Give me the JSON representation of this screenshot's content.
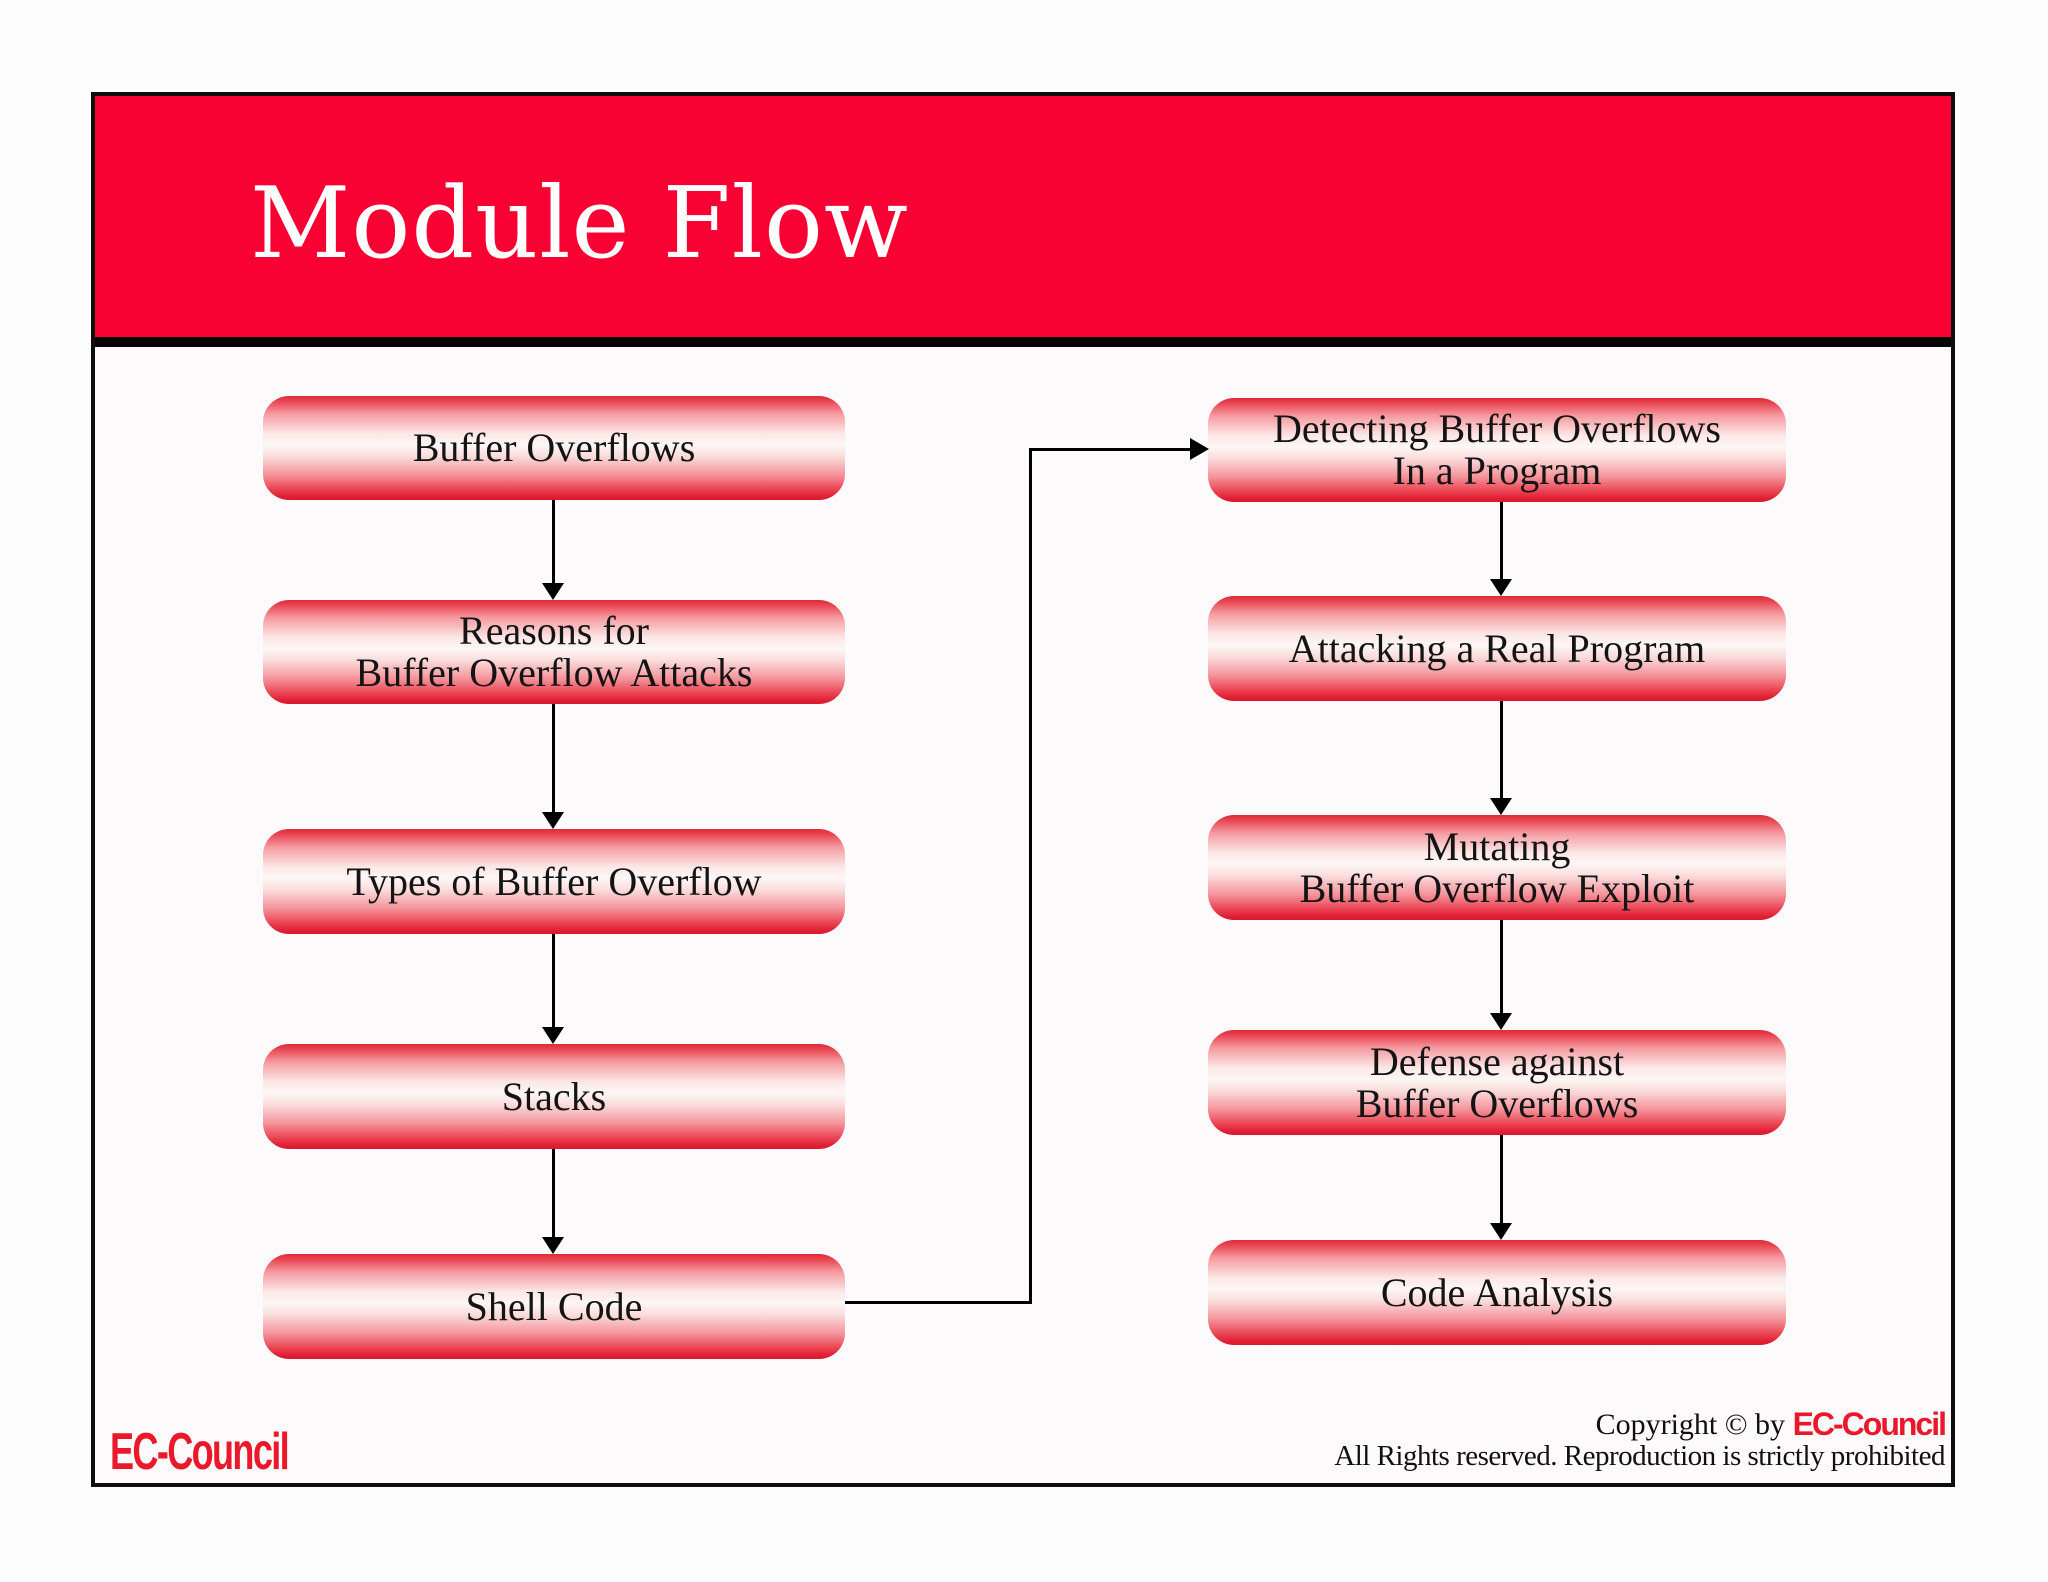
{
  "header": {
    "title": "Module Flow"
  },
  "flow": {
    "left_column": [
      {
        "label": "Buffer Overflows"
      },
      {
        "label": "Reasons for\nBuffer Overflow Attacks"
      },
      {
        "label": "Types of Buffer Overflow"
      },
      {
        "label": "Stacks"
      },
      {
        "label": "Shell Code"
      }
    ],
    "right_column": [
      {
        "label": "Detecting Buffer Overflows\nIn a Program"
      },
      {
        "label": "Attacking a Real Program"
      },
      {
        "label": "Mutating\nBuffer Overflow Exploit"
      },
      {
        "label": "Defense against\nBuffer Overflows"
      },
      {
        "label": "Code Analysis"
      }
    ]
  },
  "footer": {
    "logo": "EC-Council",
    "copyright_prefix": "Copyright © by",
    "copyright_brand": "EC-Council",
    "rights": "All Rights reserved. Reproduction is strictly prohibited"
  },
  "colors": {
    "accent_red": "#f70233",
    "logo_red": "#e9192b",
    "box_gradient_red": "#e01d33"
  }
}
